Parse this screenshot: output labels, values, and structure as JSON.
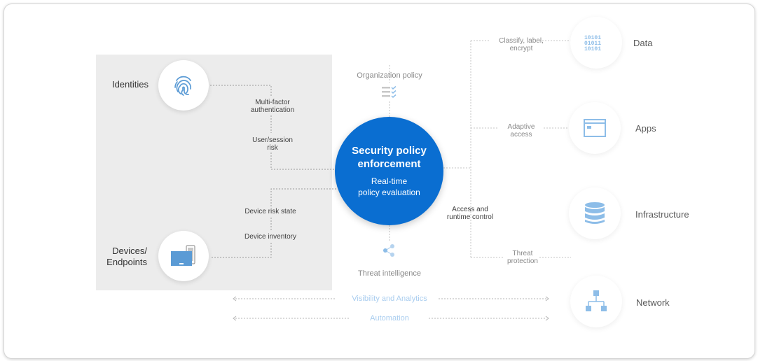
{
  "identities": {
    "label": "Identities"
  },
  "devices": {
    "label_line1": "Devices/",
    "label_line2": "Endpoints"
  },
  "signals": {
    "mfa_line1": "Multi-factor",
    "mfa_line2": "authentication",
    "user_session_line1": "User/session",
    "user_session_line2": "risk",
    "device_risk": "Device risk state",
    "device_inventory": "Device inventory"
  },
  "organization_policy": "Organization policy",
  "threat_intelligence": "Threat intelligence",
  "center": {
    "title_line1": "Security policy",
    "title_line2": "enforcement",
    "sub_line1": "Real-time",
    "sub_line2": "policy evaluation"
  },
  "actions": {
    "classify_line1": "Classify, label,",
    "classify_line2": "encrypt",
    "adaptive_line1": "Adaptive",
    "adaptive_line2": "access",
    "access_line1": "Access and",
    "access_line2": "runtime control",
    "threat_line1": "Threat",
    "threat_line2": "protection"
  },
  "resources": {
    "data": "Data",
    "apps": "Apps",
    "infrastructure": "Infrastructure",
    "network": "Network"
  },
  "bottom": {
    "visibility": "Visibility and Analytics",
    "automation": "Automation"
  },
  "colors": {
    "accent": "#0a6ed1",
    "panel": "#ececec",
    "light_blue": "#a9cdef",
    "icon_blue": "#5b9bd5"
  }
}
